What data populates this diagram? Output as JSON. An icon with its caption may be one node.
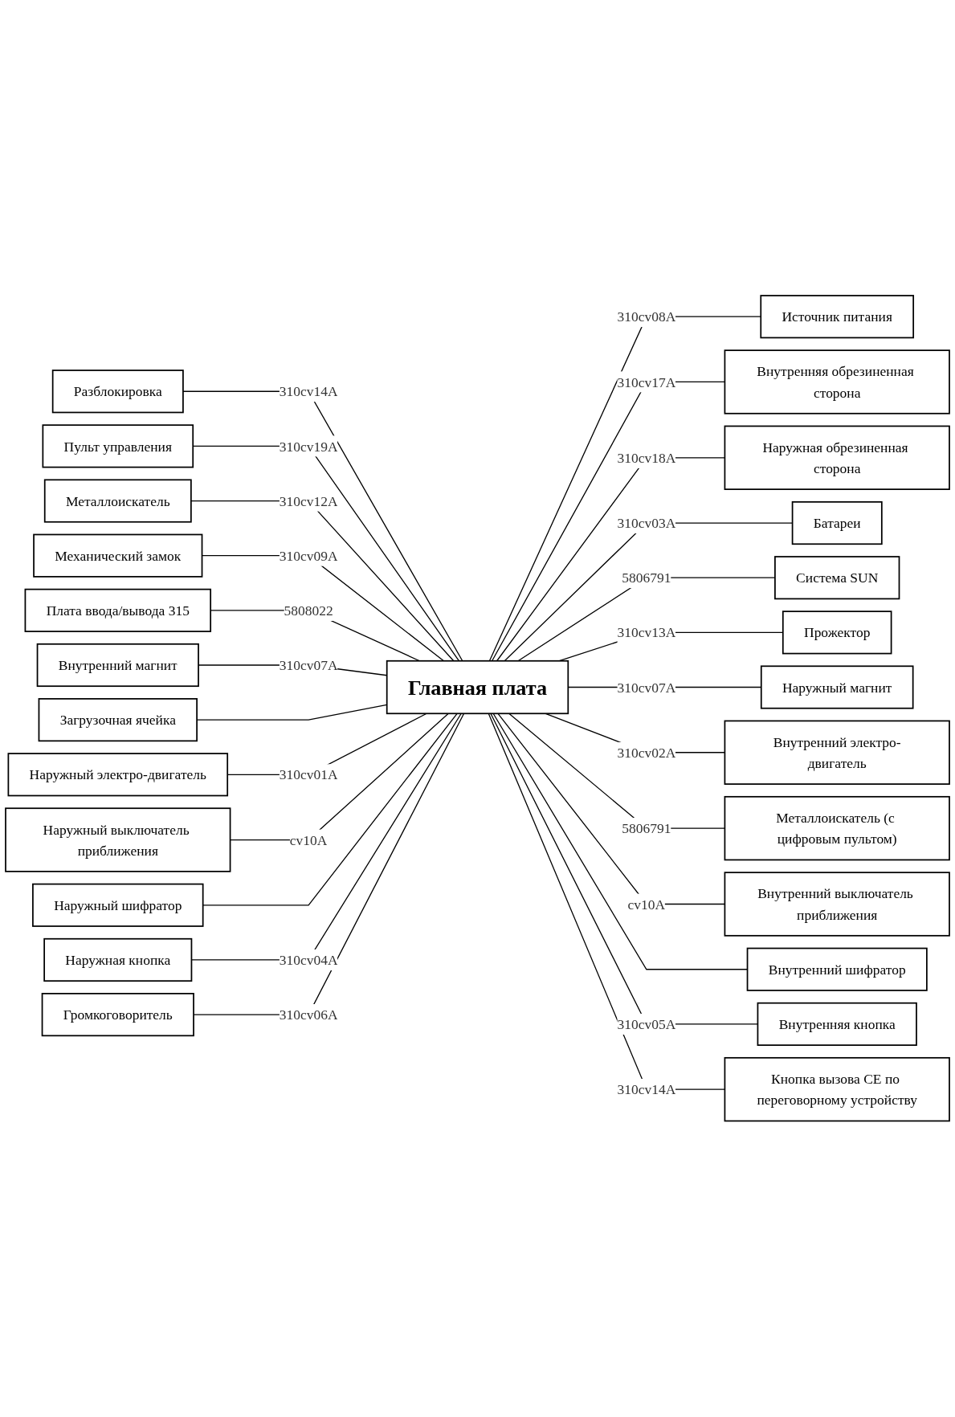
{
  "diagram": {
    "nodes": [
      {
        "text": [
          "Главная плата"
        ]
      },
      {
        "text": [
          "Разблокировка"
        ]
      },
      {
        "text": [
          "Пульт управления"
        ]
      },
      {
        "text": [
          "Металлоискатель"
        ]
      },
      {
        "text": [
          "Механический замок"
        ]
      },
      {
        "text": [
          "Плата ввода/вывода 315"
        ]
      },
      {
        "text": [
          "Внутренний магнит"
        ]
      },
      {
        "text": [
          "Загрузочная ячейка"
        ]
      },
      {
        "text": [
          "Наружный электро-двигатель"
        ]
      },
      {
        "text": [
          "Наружный выключатель приближения"
        ]
      },
      {
        "text": [
          "Наружный шифратор"
        ]
      },
      {
        "text": [
          "Наружная кнопка"
        ]
      },
      {
        "text": [
          "Громкоговоритель"
        ]
      },
      {
        "text": [
          "Источник питания"
        ]
      },
      {
        "text": [
          "Внутренняя обрезиненная сторона"
        ]
      },
      {
        "text": [
          "Наружная обрезиненная сторона"
        ]
      },
      {
        "text": [
          "Батареи"
        ]
      },
      {
        "text": [
          "Система SUN"
        ]
      },
      {
        "text": [
          "Прожектор"
        ]
      },
      {
        "text": [
          "Наружный магнит"
        ]
      },
      {
        "text": [
          "Внутренний электро-двигатель"
        ]
      },
      {
        "text": [
          "Металлоискатель (с цифровым пультом)"
        ]
      },
      {
        "text": [
          "Внутренний выключатель приближения"
        ]
      },
      {
        "text": [
          "Внутренний шифратор"
        ]
      },
      {
        "text": [
          "Внутренняя кнопка"
        ]
      },
      {
        "text": [
          "Кнопка вызова CE по переговорному устройству"
        ]
      }
    ],
    "edges": [
      {
        "from": 1,
        "to": 0,
        "arrow": "none",
        "label": "310cv14A"
      },
      {
        "from": 2,
        "to": 0,
        "arrow": "none",
        "label": "310cv19A"
      },
      {
        "from": 3,
        "to": 0,
        "arrow": "none",
        "label": "310cv12A"
      },
      {
        "from": 4,
        "to": 0,
        "arrow": "none",
        "label": "310cv09A"
      },
      {
        "from": 5,
        "to": 0,
        "arrow": "none",
        "label": "5808022"
      },
      {
        "from": 6,
        "to": 0,
        "arrow": "none",
        "label": "310cv07A"
      },
      {
        "from": 7,
        "to": 0,
        "arrow": "none"
      },
      {
        "from": 8,
        "to": 0,
        "arrow": "none",
        "label": "310cv01A"
      },
      {
        "from": 9,
        "to": 0,
        "arrow": "none",
        "label": "cv10A"
      },
      {
        "from": 10,
        "to": 0,
        "arrow": "none"
      },
      {
        "from": 11,
        "to": 0,
        "arrow": "none",
        "label": "310cv04A"
      },
      {
        "from": 12,
        "to": 0,
        "arrow": "none",
        "label": "310cv06A"
      },
      {
        "from": 0,
        "to": 13,
        "arrow": "none",
        "label": "310cv08A"
      },
      {
        "from": 0,
        "to": 14,
        "arrow": "none",
        "label": "310cv17A"
      },
      {
        "from": 0,
        "to": 15,
        "arrow": "none",
        "label": "310cv18A"
      },
      {
        "from": 0,
        "to": 16,
        "arrow": "none",
        "label": "310cv03A"
      },
      {
        "from": 0,
        "to": 17,
        "arrow": "none",
        "label": "5806791"
      },
      {
        "from": 0,
        "to": 18,
        "arrow": "none",
        "label": "310cv13A"
      },
      {
        "from": 0,
        "to": 19,
        "arrow": "none",
        "label": "310cv07A"
      },
      {
        "from": 0,
        "to": 20,
        "arrow": "none",
        "label": "310cv02A"
      },
      {
        "from": 0,
        "to": 21,
        "arrow": "none",
        "label": "5806791"
      },
      {
        "from": 0,
        "to": 22,
        "arrow": "none",
        "label": "cv10A"
      },
      {
        "from": 0,
        "to": 23,
        "arrow": "none"
      },
      {
        "from": 0,
        "to": 24,
        "arrow": "none",
        "label": "310cv05A"
      },
      {
        "from": 0,
        "to": 25,
        "arrow": "none",
        "label": "310cv14A"
      }
    ]
  }
}
